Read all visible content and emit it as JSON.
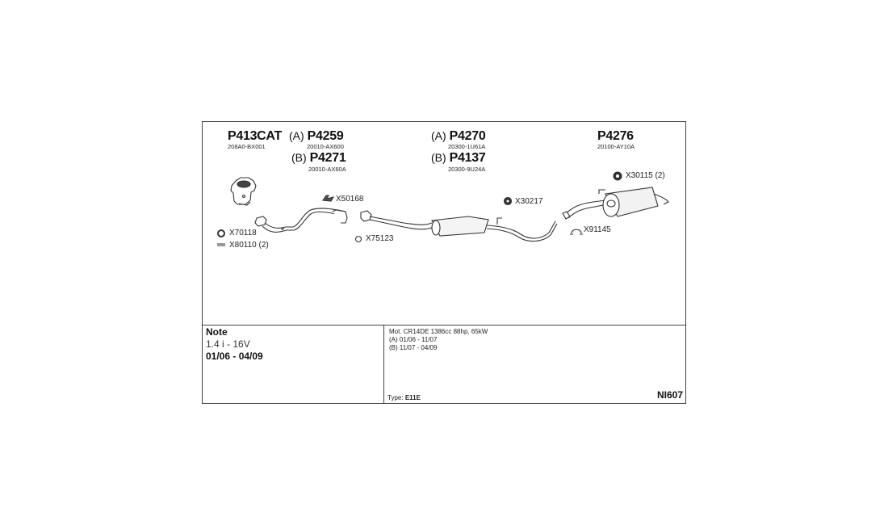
{
  "parts": [
    {
      "variant": "",
      "number": "P413CAT",
      "oem": "208A0-BX001"
    },
    {
      "variant": "(A)",
      "number": "P4259",
      "oem": "20010-AX600"
    },
    {
      "variant": "(B)",
      "number": "P4271",
      "oem": "20010-AX60A"
    },
    {
      "variant": "(A)",
      "number": "P4270",
      "oem": "20300-1U61A"
    },
    {
      "variant": "(B)",
      "number": "P4137",
      "oem": "20300-9U24A"
    },
    {
      "variant": "",
      "number": "P4276",
      "oem": "20100-AY10A"
    }
  ],
  "accessories": [
    {
      "code": "X70118",
      "icon": "gasket-ring-icon"
    },
    {
      "code": "X80110 (2)",
      "icon": "spring-icon"
    },
    {
      "code": "X50168",
      "icon": "bracket-icon"
    },
    {
      "code": "X75123",
      "icon": "o-ring-icon"
    },
    {
      "code": "X30217",
      "icon": "rubber-hanger-icon"
    },
    {
      "code": "X30115 (2)",
      "icon": "rubber-hanger-icon"
    },
    {
      "code": "X91145",
      "icon": "clamp-icon"
    }
  ],
  "note": {
    "title": "Note",
    "engine": "1.4 i - 16V",
    "period": "01/06 - 04/09"
  },
  "specs": {
    "motor": "Mot. CR14DE 1386cc 88hp, 65kW",
    "a": "(A) 01/06 - 11/07",
    "b": "(B) 11/07 - 04/09",
    "type_label": "Type:",
    "type_value": "E11E"
  },
  "diagram_code": "NI607"
}
